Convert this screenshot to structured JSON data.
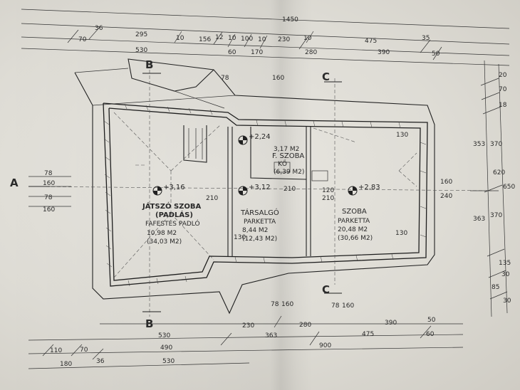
{
  "plan": {
    "overall_dim": "1450",
    "section_marks": {
      "a": "A",
      "b": "B",
      "c": "C"
    },
    "rooms": [
      {
        "name": "JÁTSZÓ SZOBA",
        "name2": "(PADLÁS)",
        "floor": "FAFESTÉS PADLÓ",
        "area": "10,98 M2",
        "area2": "(34,03 M2)"
      },
      {
        "name": "TÁRSALGÓ",
        "floor": "PARKETTA",
        "area": "8,44 M2",
        "area2": "(12,43 M2)"
      },
      {
        "name": "SZOBA",
        "floor": "PARKETTA",
        "area": "20,48 M2",
        "area2": "(30,66 M2)"
      },
      {
        "name": "F. SZOBA",
        "floor": "KŐ",
        "area": "3,17 M2",
        "area2": "(6,39 M2)"
      }
    ],
    "levels": {
      "l1": "+3,16",
      "l2": "+3,12",
      "l3": "+2,83",
      "l4": "+2,24"
    },
    "top_dims": {
      "row1": [
        "70",
        "36",
        "295",
        "10",
        "156",
        "12",
        "10",
        "100",
        "10",
        "230",
        "10",
        "475",
        "35"
      ],
      "row2": [
        "530",
        "60",
        "170",
        "280",
        "390",
        "50"
      ]
    },
    "bottom_dims": {
      "row1": [
        "530",
        "230",
        "363",
        "280",
        "390",
        "475",
        "50",
        "60"
      ],
      "row2": [
        "110",
        "70",
        "490",
        "900",
        "36",
        "180"
      ],
      "row3": [
        "530"
      ]
    },
    "left_dims": [
      "78",
      "160",
      "78",
      "160"
    ],
    "right_dims": [
      "20",
      "70",
      "18",
      "353",
      "370",
      "620",
      "650",
      "240",
      "160",
      "363",
      "370",
      "135",
      "30",
      "85",
      "30"
    ],
    "inner_dims": [
      "78",
      "160",
      "130",
      "130",
      "120",
      "210",
      "210",
      "130",
      "210",
      "78",
      "160",
      "78",
      "160"
    ]
  }
}
